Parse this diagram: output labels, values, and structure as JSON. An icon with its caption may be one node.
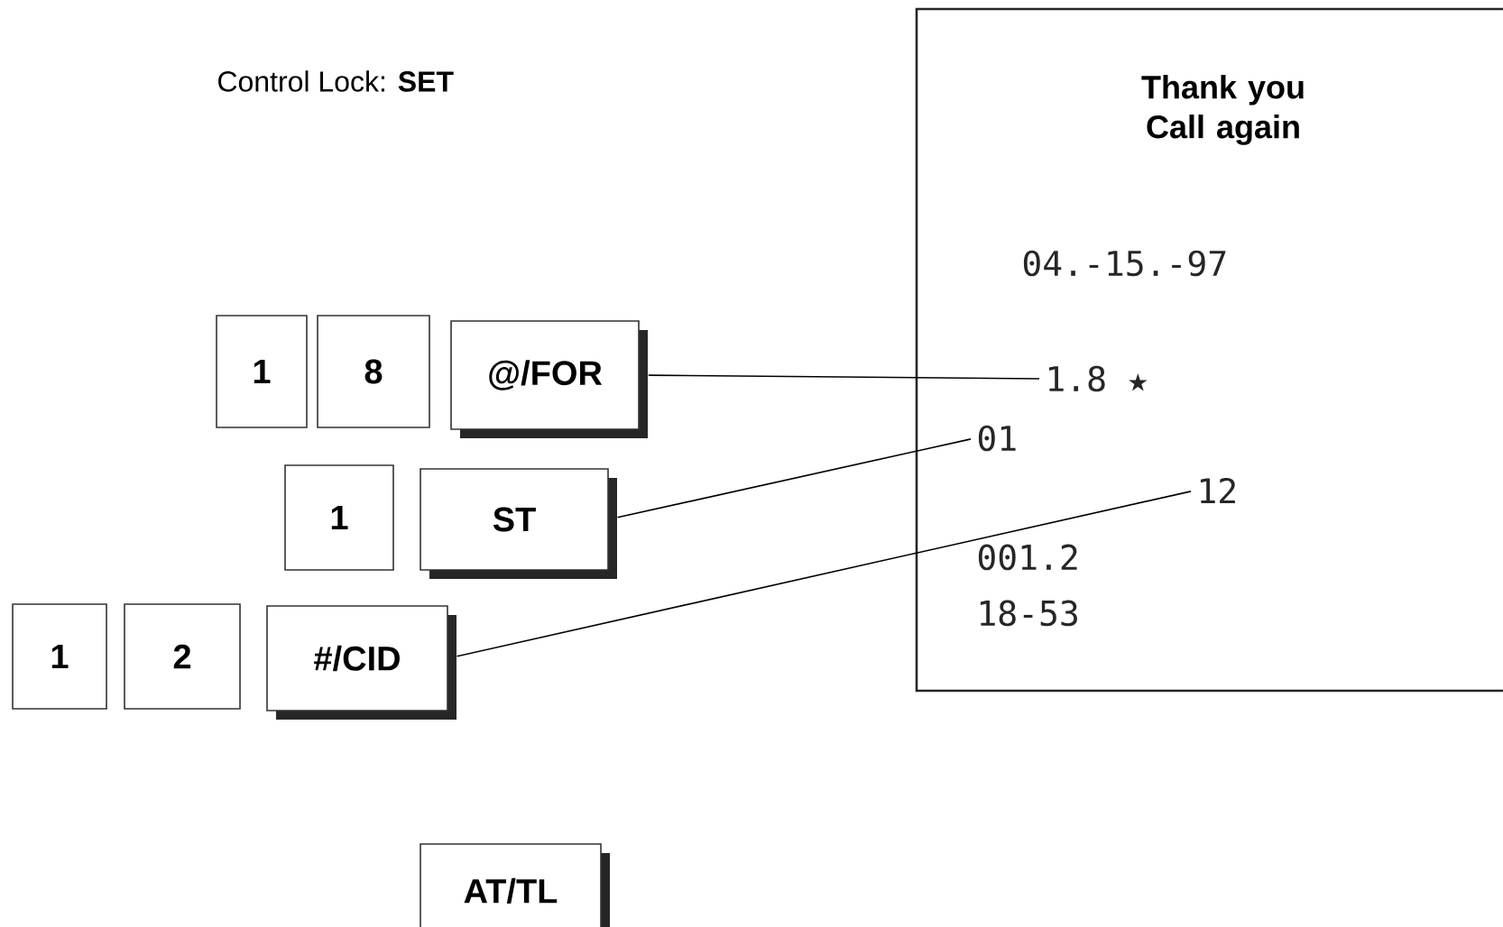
{
  "diagram": {
    "nodes": [
      {
        "text": [
          "Thank you Call again"
        ]
      },
      {
        "text": [
          "04.-15.-97"
        ],
        "in": 0
      },
      {
        "text": [
          "1.8 ★"
        ],
        "in": 0
      },
      {
        "text": [
          "01"
        ],
        "in": 0
      },
      {
        "text": [
          "12"
        ],
        "in": 0
      },
      {
        "text": [
          "001.2"
        ],
        "in": 0
      },
      {
        "text": [
          "18-53"
        ],
        "in": 0
      },
      {
        "text": [
          "1"
        ]
      },
      {
        "text": [
          "8"
        ]
      },
      {
        "text": [
          "@/FOR"
        ]
      },
      {
        "text": [
          "1"
        ]
      },
      {
        "text": [
          "ST"
        ]
      },
      {
        "text": [
          "1"
        ]
      },
      {
        "text": [
          "2"
        ]
      },
      {
        "text": [
          "#/CID"
        ]
      },
      {
        "text": [
          "AT/TL"
        ]
      }
    ],
    "edges": [
      {
        "from": 9,
        "to": 2,
        "arrow": "none"
      },
      {
        "from": 11,
        "to": 3,
        "arrow": "none"
      },
      {
        "from": 14,
        "to": 4,
        "arrow": "none"
      }
    ],
    "labels": [
      "Control Lock: **SET**"
    ]
  }
}
